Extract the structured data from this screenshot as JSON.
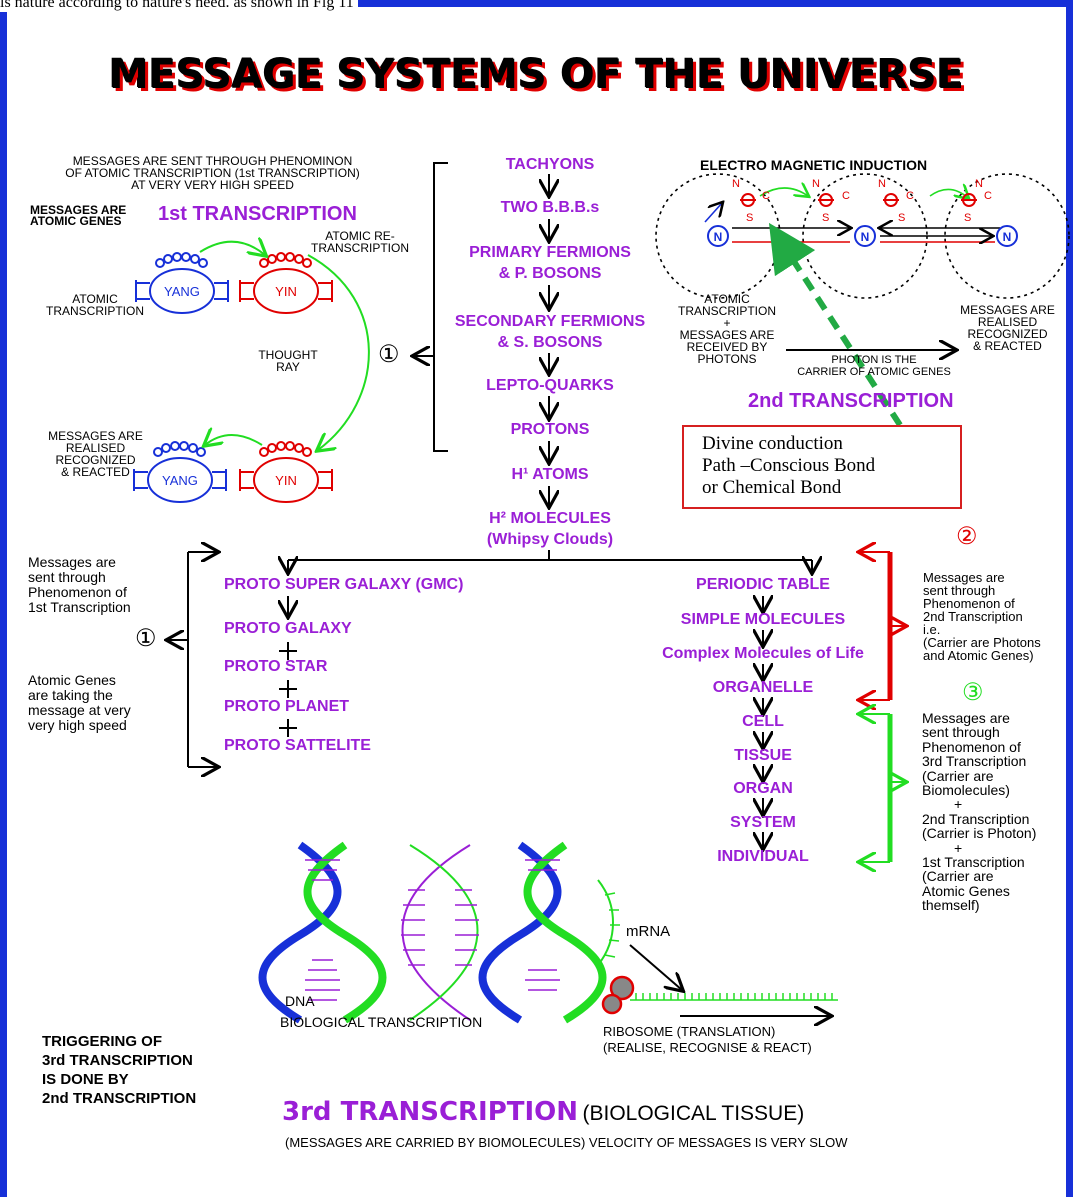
{
  "top_fragment": "is nature according to nature's  need. as shown in  Fig 11",
  "title": "MESSAGE SYSTEMS OF THE UNIVERSE",
  "first": {
    "intro": [
      "MESSAGES ARE SENT THROUGH PHENOMINON",
      "OF ATOMIC TRANSCRIPTION (1st TRANSCRIPTION)",
      "AT VERY VERY HIGH SPEED"
    ],
    "messages_are": "MESSAGES  ARE",
    "atomic_genes": "ATOMIC GENES",
    "heading": "1st TRANSCRIPTION",
    "re_transcription": [
      "ATOMIC RE-",
      "TRANSCRIPTION"
    ],
    "atomic_transcription": [
      "ATOMIC",
      "TRANSCRIPTION"
    ],
    "thought_ray": [
      "THOUGHT",
      "RAY"
    ],
    "realised": [
      "MESSAGES  ARE",
      "REALISED",
      "RECOGNIZED",
      "& REACTED"
    ],
    "yang": "YANG",
    "yin": "YIN",
    "marker": "①"
  },
  "chain": [
    "TACHYONS",
    "TWO B.B.B.s",
    "PRIMARY FERMIONS",
    "& P. BOSONS",
    "SECONDARY FERMIONS",
    "& S. BOSONS",
    "LEPTO-QUARKS",
    "PROTONS",
    "H¹ ATOMS",
    "H² MOLECULES",
    "(Whipsy Clouds)"
  ],
  "second": {
    "title": "ELECTRO MAGNETIC INDUCTION",
    "atomic_transcription": [
      "ATOMIC",
      "TRANSCRIPTION",
      "+",
      "MESSAGES ARE",
      "RECEIVED BY",
      "PHOTONS"
    ],
    "realised": [
      "MESSAGES  ARE",
      "REALISED",
      "RECOGNIZED",
      "& REACTED"
    ],
    "photon_carrier": [
      "PHOTON IS THE",
      "CARRIER OF ATOMIC GENES"
    ],
    "heading": "2nd TRANSCRIPTION",
    "divine": [
      "Divine conduction",
      "Path –Conscious Bond",
      "or Chemical Bond"
    ],
    "pole_n": "N",
    "pole_s": "S",
    "pole_c": "C"
  },
  "left_chain": {
    "note1": [
      "Messages are",
      "sent through",
      "Phenomenon of",
      "1st Transcription"
    ],
    "note2": [
      "Atomic Genes",
      "are taking the",
      "message at very",
      "very high speed"
    ],
    "marker": "①",
    "items": [
      "PROTO SUPER GALAXY (GMC)",
      "PROTO GALAXY",
      "PROTO STAR",
      "PROTO PLANET",
      "PROTO SATTELITE"
    ]
  },
  "right_chain": {
    "items": [
      "PERIODIC TABLE",
      "SIMPLE MOLECULES",
      "Complex Molecules of Life",
      "ORGANELLE",
      "CELL",
      "TISSUE",
      "ORGAN",
      "SYSTEM",
      "INDIVIDUAL"
    ],
    "marker2": "②",
    "note2": [
      "Messages are",
      "sent through",
      "Phenomenon of",
      "2nd Transcription",
      "i.e.",
      "(Carrier are Photons",
      "and Atomic Genes)"
    ],
    "marker3": "③",
    "note3": [
      "Messages are",
      "sent through",
      "Phenomenon of",
      "3rd Transcription",
      "(Carrier are",
      "Biomolecules)",
      "+",
      "2nd Transcription",
      "(Carrier is Photon)",
      "+",
      "1st Transcription",
      "(Carrier are",
      "Atomic Genes",
      "themself)"
    ]
  },
  "bio": {
    "mrna": "mRNA",
    "dna": "DNA",
    "biological": "BIOLOGICAL TRANSCRIPTION",
    "ribosome": [
      "RIBOSOME (TRANSLATION)",
      "(REALISE, RECOGNISE & REACT)"
    ]
  },
  "triggering": [
    "TRIGGERING OF",
    "3rd TRANSCRIPTION",
    "IS DONE BY",
    "2nd TRANSCRIPTION"
  ],
  "third": {
    "heading": "3rd TRANSCRIPTION",
    "paren": "(BIOLOGICAL TISSUE)",
    "note": "(MESSAGES ARE CARRIED BY BIOMOLECULES) VELOCITY OF MESSAGES IS VERY SLOW"
  },
  "colors": {
    "purple": "#9a1fd6",
    "red": "#e00000",
    "green": "#22dd22",
    "blue": "#1730d8"
  }
}
